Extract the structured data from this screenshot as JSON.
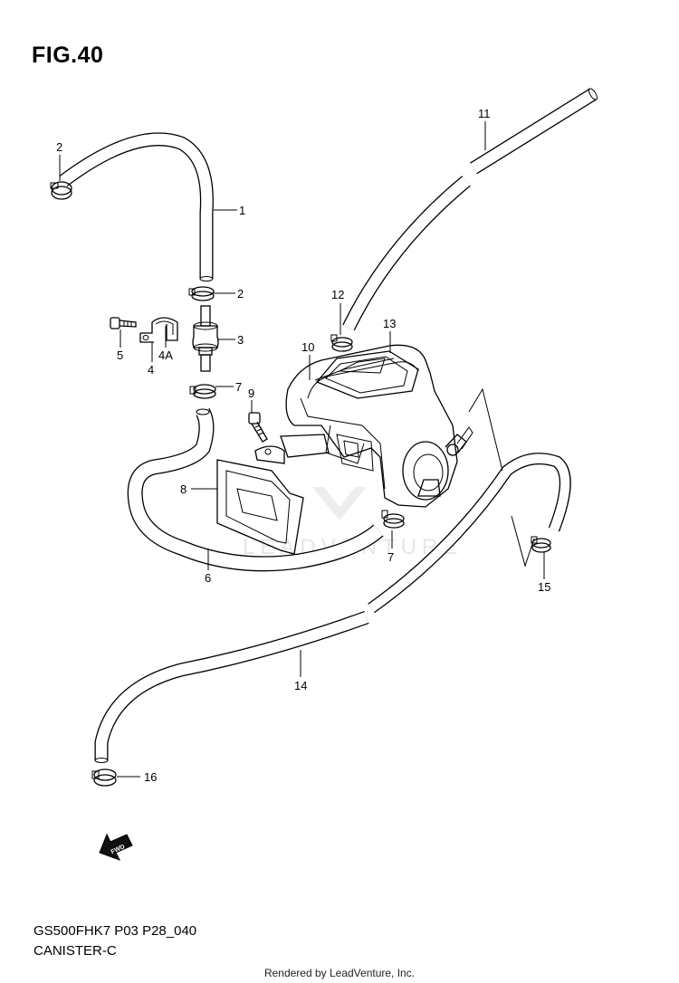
{
  "figure": {
    "title": "FIG.40",
    "model_code": "GS500FHK7 P03 P28_040",
    "subtitle": "CANISTER-C",
    "credit": "Rendered by LeadVenture, Inc.",
    "watermark": "LEADVENTURE",
    "fwd_label": "FWD"
  },
  "callouts": [
    {
      "id": "1",
      "label": "1"
    },
    {
      "id": "2a",
      "label": "2"
    },
    {
      "id": "2b",
      "label": "2"
    },
    {
      "id": "3",
      "label": "3"
    },
    {
      "id": "4",
      "label": "4"
    },
    {
      "id": "4A",
      "label": "4A"
    },
    {
      "id": "5",
      "label": "5"
    },
    {
      "id": "6",
      "label": "6"
    },
    {
      "id": "7a",
      "label": "7"
    },
    {
      "id": "7b",
      "label": "7"
    },
    {
      "id": "8",
      "label": "8"
    },
    {
      "id": "9",
      "label": "9"
    },
    {
      "id": "10",
      "label": "10"
    },
    {
      "id": "11",
      "label": "11"
    },
    {
      "id": "12",
      "label": "12"
    },
    {
      "id": "13",
      "label": "13"
    },
    {
      "id": "14",
      "label": "14"
    },
    {
      "id": "15",
      "label": "15"
    },
    {
      "id": "16",
      "label": "16"
    }
  ]
}
